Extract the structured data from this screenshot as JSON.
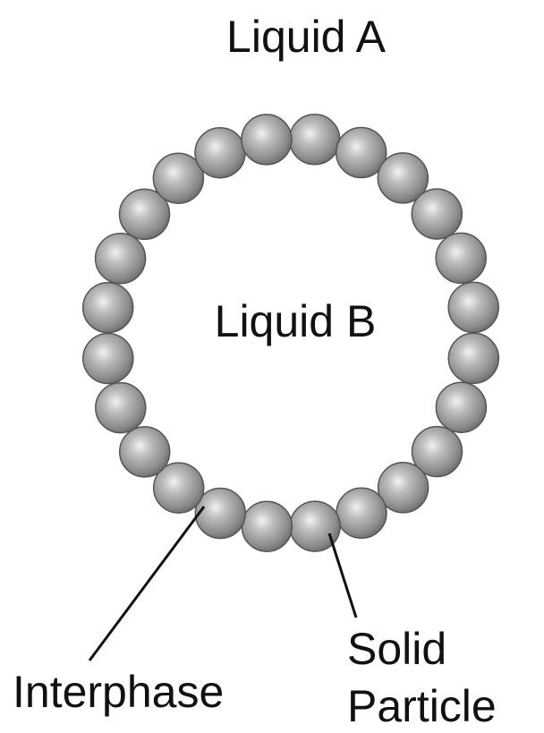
{
  "labels": {
    "outer_phase": "Liquid A",
    "inner_phase": "Liquid B",
    "interphase": "Interphase",
    "solid_particle_line1": "Solid",
    "solid_particle_line2": "Particle"
  },
  "particles": {
    "count": 24,
    "fill_color": "#8c8c8c",
    "highlight_color": "#f2f2f2",
    "edge_color": "#555555"
  },
  "interface_color": "#222222"
}
